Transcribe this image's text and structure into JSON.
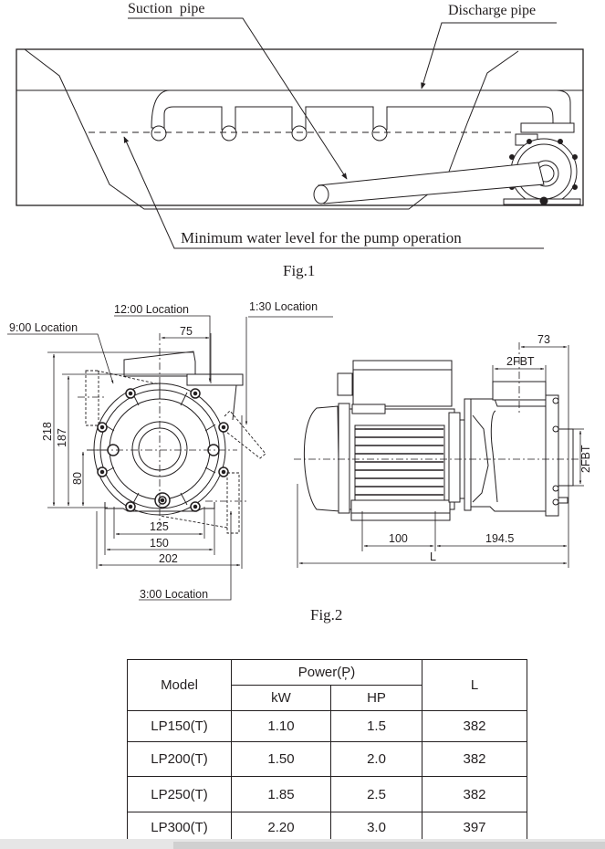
{
  "fig1": {
    "caption": "Fig.1",
    "labels": {
      "suction_pipe": "Suction  pipe",
      "discharge_pipe": "Discharge pipe",
      "min_water_level": "Minimum water level for the pump operation"
    }
  },
  "fig2": {
    "caption": "Fig.2",
    "front_view": {
      "location_labels": {
        "loc_12": "12:00 Location",
        "loc_9": "9:00 Location",
        "loc_130": "1:30 Location",
        "loc_3": "3:00 Location"
      },
      "dimensions": {
        "d75": "75",
        "d218": "218",
        "d187": "187",
        "d80": "80",
        "d125": "125",
        "d150": "150",
        "d202": "202"
      }
    },
    "side_view": {
      "dimensions": {
        "d73": "73",
        "fbt_top": "2FBT",
        "fbt_side": "2FBT",
        "d100": "100",
        "d194": "194.5",
        "dL": "L"
      }
    }
  },
  "spec_table": {
    "headers": {
      "model": "Model",
      "power": "Power(P̦)",
      "kw": "kW",
      "hp": "HP",
      "l": "L"
    },
    "rows": [
      {
        "model": "LP150(T)",
        "kw": "1.10",
        "hp": "1.5",
        "l": "382"
      },
      {
        "model": "LP200(T)",
        "kw": "1.50",
        "hp": "2.0",
        "l": "382"
      },
      {
        "model": "LP250(T)",
        "kw": "1.85",
        "hp": "2.5",
        "l": "382"
      },
      {
        "model": "LP300(T)",
        "kw": "2.20",
        "hp": "3.0",
        "l": "397"
      }
    ]
  }
}
